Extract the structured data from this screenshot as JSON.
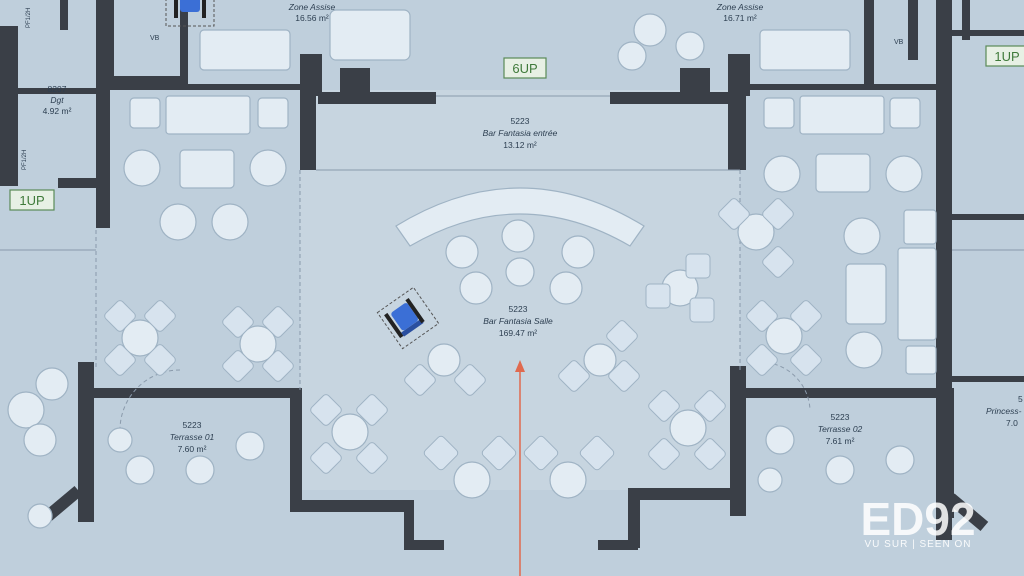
{
  "rooms": {
    "zone_assise_left": {
      "name": "Zone Assise",
      "area": "16.56 m²"
    },
    "zone_assise_right": {
      "name": "Zone Assise",
      "area": "16.71 m²"
    },
    "dgt": {
      "number": "8207",
      "name": "Dgt",
      "area": "4.92 m²"
    },
    "bar_entree": {
      "number": "5223",
      "name": "Bar Fantasia entrée",
      "area": "13.12 m²"
    },
    "bar_salle": {
      "number": "5223",
      "name": "Bar Fantasia Salle",
      "area": "169.47 m²"
    },
    "terrasse_01": {
      "number": "5223",
      "name": "Terrasse 01",
      "area": "7.60 m²"
    },
    "terrasse_02": {
      "number": "5223",
      "name": "Terrasse 02",
      "area": "7.61 m²"
    },
    "princess": {
      "number": "5",
      "name": "Princess-",
      "area": "7.0"
    }
  },
  "tags": {
    "center": "6UP",
    "left": "1UP",
    "right": "1UP"
  },
  "door_codes": [
    "PF1/2H",
    "PF1/2H"
  ],
  "vb_marks": [
    "VB",
    "VB"
  ],
  "watermark": {
    "logo": "ED92",
    "tagline": "VU SUR | SEEN ON"
  },
  "colors": {
    "paper": "#bfcfdc",
    "wall": "#3a3f47",
    "furniture": "#e3ecf3",
    "arrow": "#e06a4f",
    "wheelchair": "#3b6fd6"
  }
}
